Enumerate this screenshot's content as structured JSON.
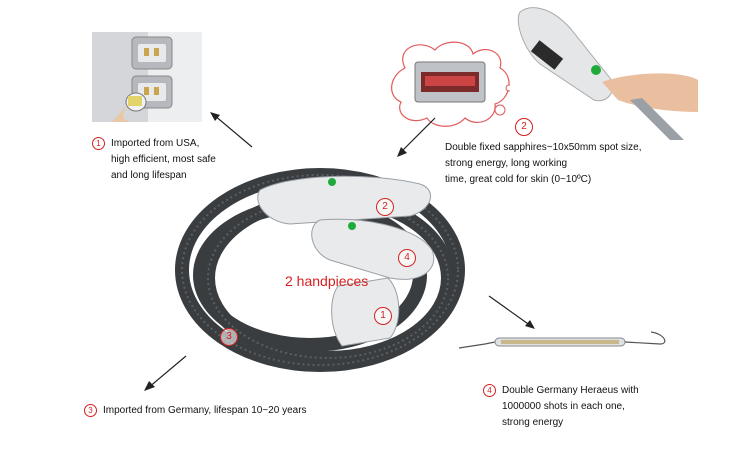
{
  "labels": {
    "item1": {
      "num": "1",
      "lines": [
        "Imported from USA,",
        "high efficient, most safe",
        "and long lifespan"
      ]
    },
    "item2": {
      "num": "2",
      "lines": [
        "Double fixed sapphires~10x50mm spot size,",
        "strong energy, long working",
        "time,  great cold for skin (0~10ºC)"
      ]
    },
    "item3": {
      "num": "3",
      "text": "Imported from Germany, lifespan 10~20 years"
    },
    "item4": {
      "num": "4",
      "lines": [
        "Double Germany Heraeus with",
        "1000000 shots in each one,",
        "strong energy"
      ]
    },
    "center": "2 handpieces"
  },
  "markers": {
    "m1": "1",
    "m2": "2",
    "m3": "3",
    "m4": "4"
  },
  "colors": {
    "accent": "#d62020",
    "hose": "#3a3d40",
    "handpiece": "#e8eaec"
  },
  "icons": [
    "connector-photo",
    "hand-photo",
    "hose-illustration",
    "lamp-illustration",
    "cloud-bubble"
  ]
}
